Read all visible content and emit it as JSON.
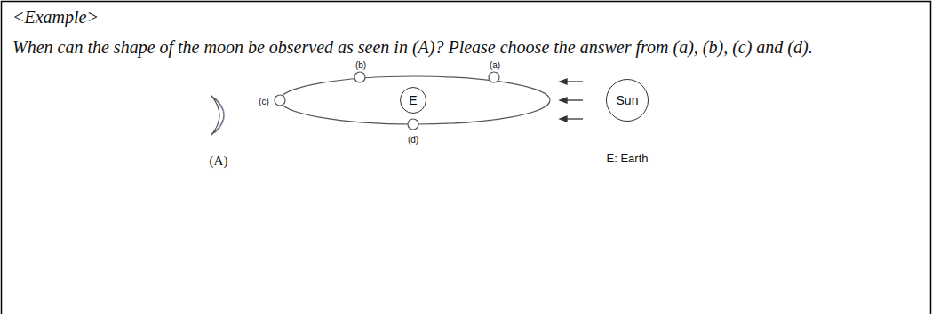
{
  "diagram": {
    "title": "<Example>",
    "nodes": [
      {
        "text": [
          "E"
        ]
      },
      {
        "text": [
          "Sun"
        ]
      }
    ],
    "labels": [
      "When can the shape of the moon be observed as seen in (A)?  Please choose the answer from (a), (b), (c) and (d).",
      "(A)",
      "(a)",
      "(b)",
      "(c)",
      "(d)",
      "E: Earth"
    ]
  }
}
